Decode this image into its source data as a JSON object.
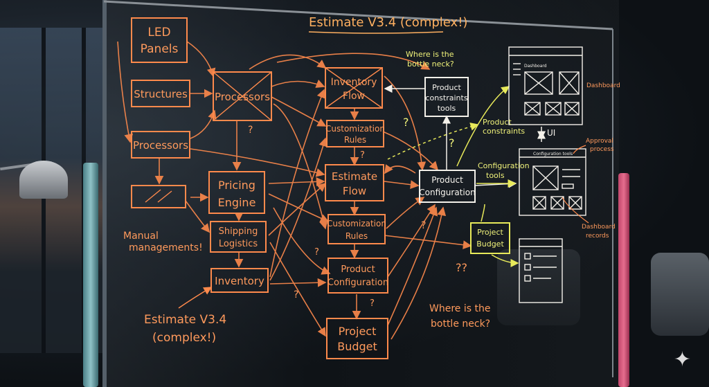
{
  "title": "Estimate V3.4 (complex!)",
  "nodes": {
    "led": [
      "LED",
      "Panels"
    ],
    "structures": "Structures",
    "processors_left": "Processors",
    "processors_mid": "Processors",
    "pricing": [
      "Pricing",
      "Engine"
    ],
    "shipping": [
      "Shipping",
      "Logistics"
    ],
    "inventory_left": "Inventory",
    "inventory_flow": [
      "Inventory",
      "Flow"
    ],
    "custom_rules_1": [
      "Customization",
      "Rules"
    ],
    "estimate_flow": [
      "Estimate",
      "Flow"
    ],
    "custom_rules_2": [
      "Customization",
      "Rules"
    ],
    "product_config_center": [
      "Product",
      "Configuration"
    ],
    "project_budget_center": [
      "Project",
      "Budget"
    ],
    "product_constraints_tools": [
      "Product",
      "constraints",
      "tools"
    ],
    "product_config_right": [
      "Product",
      "Configuration"
    ],
    "project_budget_right": [
      "Project",
      "Budget"
    ]
  },
  "notes": {
    "bottleneck_top": [
      "Where is the",
      "bottle neck?"
    ],
    "bottleneck_bottom": [
      "Where is the",
      "bottle neck?"
    ],
    "manual": [
      "Manual",
      "managements!"
    ],
    "estimate_bottom": [
      "Estimate V3.4",
      "(complex!)"
    ],
    "product_constraints": [
      "Product",
      "constraints"
    ],
    "configuration_tools": [
      "Configuration",
      "tools"
    ],
    "ui": "UI",
    "dashboard": "Dashboard",
    "approval": [
      "Approval",
      "process"
    ],
    "dashboard_records": [
      "Dashboard",
      "records"
    ],
    "double_q": "??",
    "q": "?"
  },
  "mockups": {
    "dashboard_title": "Dashboard",
    "config_title": "Configuration tools"
  },
  "colors": {
    "orange": "#ff8a4c",
    "white": "#f4f1ea",
    "yellow": "#e8ea5a"
  }
}
